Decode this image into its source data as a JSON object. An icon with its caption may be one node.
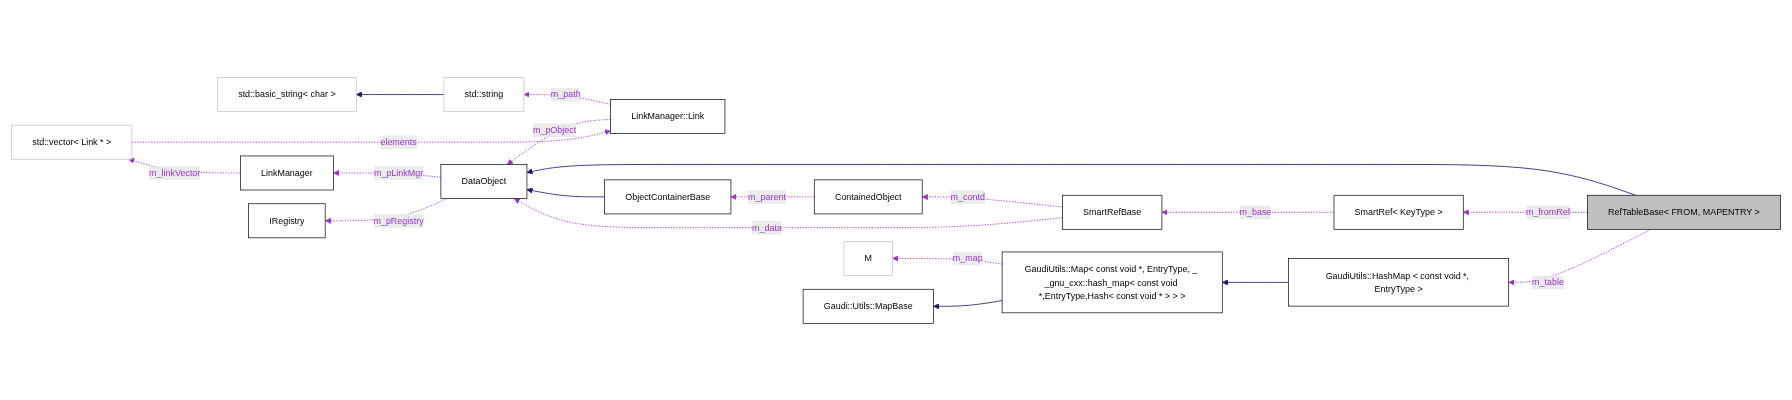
{
  "diagram": {
    "nodes": [
      {
        "text": [
          "std::basic_string< char >"
        ]
      },
      {
        "text": [
          "std::string"
        ]
      },
      {
        "text": [
          "LinkManager::Link"
        ]
      },
      {
        "text": [
          "std::vector< Link * >"
        ]
      },
      {
        "text": [
          "LinkManager"
        ]
      },
      {
        "text": [
          "IRegistry"
        ]
      },
      {
        "text": [
          "DataObject"
        ]
      },
      {
        "text": [
          "ObjectContainerBase"
        ]
      },
      {
        "text": [
          "ContainedObject"
        ]
      },
      {
        "text": [
          "SmartRefBase"
        ]
      },
      {
        "text": [
          "SmartRef< KeyType >"
        ]
      },
      {
        "text": [
          "RefTableBase< FROM, MAPENTRY >"
        ]
      },
      {
        "text": [
          "GaudiUtils::HashMap < const void *, EntryType >"
        ]
      },
      {
        "text": [
          "M"
        ]
      },
      {
        "text": [
          "GaudiUtils::Map< const void *, EntryType, _ _gnu_cxx::hash_map< const void *,EntryType,Hash< const void * > > >"
        ]
      },
      {
        "text": [
          "Gaudi::Utils::MapBase"
        ]
      }
    ],
    "edges": [
      {
        "from": 1,
        "to": 0,
        "arrow": "to",
        "color": "#191970"
      },
      {
        "from": 2,
        "to": 1,
        "arrow": "to",
        "label": "m_path",
        "style": "dashed"
      },
      {
        "from": 3,
        "to": 2,
        "arrow": "to",
        "label": "elements",
        "style": "dashed"
      },
      {
        "from": 4,
        "to": 3,
        "arrow": "to",
        "label": "m_linkVector",
        "style": "dashed"
      },
      {
        "from": 2,
        "to": 6,
        "arrow": "to",
        "label": "m_pObject",
        "style": "dashed"
      },
      {
        "from": 6,
        "to": 4,
        "arrow": "to",
        "label": "m_pLinkMgr",
        "style": "dashed"
      },
      {
        "from": 6,
        "to": 5,
        "arrow": "to",
        "label": "m_pRegistry",
        "style": "dashed"
      },
      {
        "from": 11,
        "to": 6,
        "arrow": "to",
        "color": "#191970"
      },
      {
        "from": 7,
        "to": 6,
        "arrow": "to",
        "color": "#191970"
      },
      {
        "from": 8,
        "to": 7,
        "arrow": "to",
        "label": "m_parent",
        "style": "dashed"
      },
      {
        "from": 9,
        "to": 8,
        "arrow": "to",
        "label": "m_contd",
        "style": "dashed"
      },
      {
        "from": 9,
        "to": 6,
        "arrow": "to",
        "label": "m_data",
        "style": "dashed"
      },
      {
        "from": 10,
        "to": 9,
        "arrow": "to",
        "label": "m_base",
        "style": "dashed"
      },
      {
        "from": 11,
        "to": 10,
        "arrow": "to",
        "label": "m_fromRef",
        "style": "dashed"
      },
      {
        "from": 11,
        "to": 12,
        "arrow": "to",
        "label": "m_table",
        "style": "dashed"
      },
      {
        "from": 14,
        "to": 13,
        "arrow": "to",
        "label": "m_map",
        "style": "dashed"
      },
      {
        "from": 14,
        "to": 15,
        "arrow": "to",
        "color": "#191970"
      },
      {
        "from": 12,
        "to": 14,
        "arrow": "to",
        "color": "#191970"
      }
    ]
  }
}
